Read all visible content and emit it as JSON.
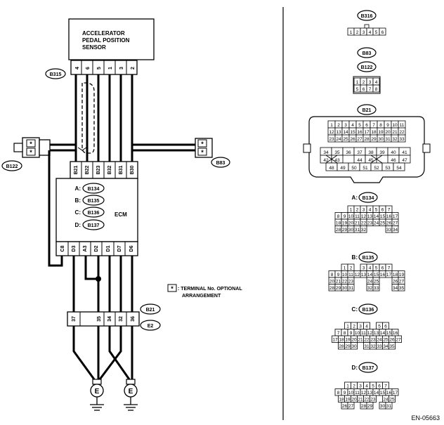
{
  "sensor": {
    "line1": "ACCELERATOR",
    "line2": "PEDAL POSITION",
    "line3": "SENSOR"
  },
  "sensor_connector": "B315",
  "sensor_pins": [
    "4",
    "6",
    "5",
    "1",
    "3",
    "2"
  ],
  "ecm": {
    "label": "ECM",
    "top_pins": [
      "B21",
      "B22",
      "B23",
      "B32",
      "B31",
      "B30"
    ],
    "bottom_pins": [
      "C8",
      "D3",
      "A3",
      "D2",
      "D1",
      "D7",
      "D6"
    ],
    "connector_rows": [
      {
        "letter": "A:",
        "code": "B134"
      },
      {
        "letter": "B:",
        "code": "B135"
      },
      {
        "letter": "C:",
        "code": "B136"
      },
      {
        "letter": "D:",
        "code": "B137"
      }
    ]
  },
  "side_connectors": {
    "left": "B122",
    "right": "B83",
    "mark": "*"
  },
  "joint": {
    "codes": [
      "B21",
      "E2"
    ],
    "pins": [
      "37",
      "35",
      "34",
      "32",
      "36"
    ]
  },
  "legend": {
    "mark": "*",
    "text1": ": TERMINAL No. OPTIONAL",
    "text2": "ARRANGEMENT"
  },
  "ground": "E",
  "right_panel": {
    "b316": {
      "code": "B316",
      "pins": [
        "1",
        "2",
        "3",
        "4",
        "5",
        "6"
      ]
    },
    "b83": "B83",
    "b122": {
      "code": "B122",
      "row1": [
        "1",
        "2",
        "3",
        "4"
      ],
      "row2": [
        "5",
        "6",
        "7",
        "8"
      ]
    },
    "b21": {
      "code": "B21",
      "rows": [
        [
          "1",
          "2",
          "3",
          "4",
          "5",
          "6",
          "7",
          "8",
          "9",
          "10",
          "11"
        ],
        [
          "12",
          "13",
          "14",
          "15",
          "16",
          "17",
          "18",
          "19",
          "20",
          "21",
          "22"
        ],
        [
          "23",
          "24",
          "25",
          "26",
          "27",
          "28",
          "29",
          "30",
          "31",
          "32",
          "33"
        ]
      ],
      "lower": [
        [
          "34",
          "35",
          "36",
          "37",
          "38",
          "39",
          "40",
          "41"
        ],
        [
          "42",
          "43",
          "",
          "44",
          "45",
          "",
          "46",
          "47"
        ],
        [
          "48",
          "49",
          "50",
          "51",
          "52",
          "53",
          "54"
        ]
      ]
    },
    "a": {
      "label": "A:",
      "code": "B134",
      "rows": [
        [
          "",
          "1",
          "2",
          "3",
          "4",
          "5",
          "6",
          "7"
        ],
        [
          "8",
          "9",
          "10",
          "11",
          "12",
          "13",
          "14",
          "15",
          "16",
          "17"
        ],
        [
          "18",
          "19",
          "20",
          "21",
          "22",
          "23",
          "24",
          "25",
          "26",
          "27"
        ],
        [
          "28",
          "29",
          "30",
          "31",
          "32",
          "",
          "",
          "",
          "33",
          "34"
        ]
      ]
    },
    "b": {
      "label": "B:",
      "code": "B135",
      "rows": [
        [
          "1",
          "2",
          "",
          "3",
          "4",
          "5",
          "6",
          "7"
        ],
        [
          "8",
          "9",
          "10",
          "11",
          "12",
          "13",
          "14",
          "15",
          "16",
          "17",
          "18",
          "19"
        ],
        [
          "20",
          "21",
          "22",
          "23",
          "",
          "",
          "24",
          "25",
          "",
          "",
          "26",
          "27"
        ],
        [
          "28",
          "29",
          "30",
          "31",
          "",
          "",
          "32",
          "33",
          "",
          "",
          "34",
          "35"
        ]
      ]
    },
    "c": {
      "label": "C:",
      "code": "B136",
      "rows": [
        [
          "1",
          "2",
          "3",
          "4",
          "",
          "5",
          "6"
        ],
        [
          "7",
          "8",
          "9",
          "10",
          "11",
          "12",
          "13",
          "14",
          "15",
          "16"
        ],
        [
          "17",
          "18",
          "19",
          "20",
          "21",
          "22",
          "23",
          "24",
          "25",
          "26",
          "27"
        ],
        [
          "28",
          "29",
          "30",
          "",
          "31",
          "32",
          "33",
          "34",
          "35"
        ]
      ]
    },
    "d": {
      "label": "D:",
      "code": "B137",
      "rows": [
        [
          "1",
          "2",
          "3",
          "4",
          "5",
          "6",
          "7"
        ],
        [
          "8",
          "9",
          "10",
          "11",
          "12",
          "13",
          "14",
          "15",
          "16",
          "17"
        ],
        [
          "18",
          "19",
          "20",
          "21",
          "22",
          "23",
          "",
          "24",
          "25"
        ],
        [
          "26",
          "27",
          "",
          "28",
          "29",
          "",
          "30",
          "31"
        ]
      ]
    },
    "footer": "EN-05663"
  }
}
